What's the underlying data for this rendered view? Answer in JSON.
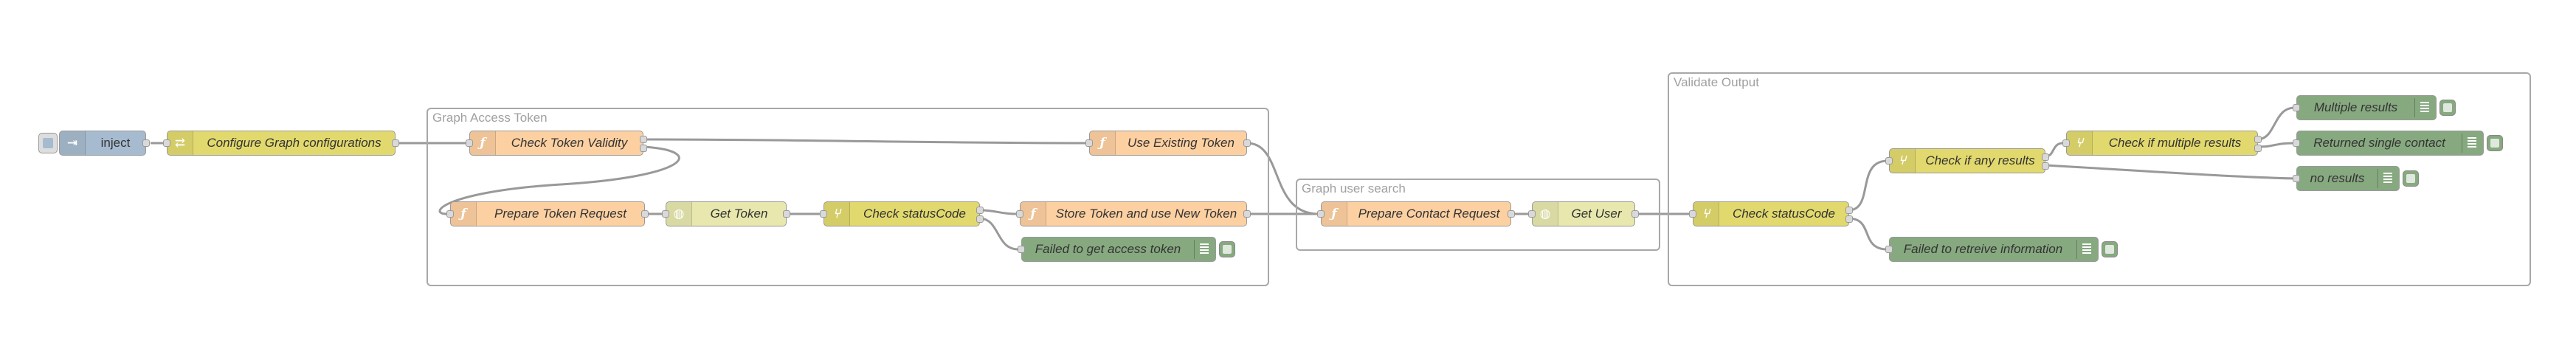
{
  "colors": {
    "inject": "#a6bbcf",
    "change": "#e2d96e",
    "function": "#fdd0a2",
    "http": "#e7e7ae",
    "switch": "#e2d96e",
    "debug": "#87a980",
    "wire": "#999999"
  },
  "groups": {
    "graph_access_token": "Graph Access Token",
    "graph_user_search": "Graph user search",
    "validate_output": "Validate Output"
  },
  "nodes": {
    "inject": {
      "label": "inject",
      "icon": "arrow-in-icon"
    },
    "configure": {
      "label": "Configure Graph configurations",
      "icon": "shuffle-icon"
    },
    "check_validity": {
      "label": "Check Token Validity",
      "icon": "function-icon"
    },
    "use_existing": {
      "label": "Use Existing Token",
      "icon": "function-icon"
    },
    "prepare_token": {
      "label": "Prepare Token Request",
      "icon": "function-icon"
    },
    "get_token": {
      "label": "Get Token",
      "icon": "globe-icon"
    },
    "check_status_1": {
      "label": "Check statusCode",
      "icon": "switch-icon"
    },
    "store_token": {
      "label": "Store Token and use New Token",
      "icon": "function-icon"
    },
    "failed_token": {
      "label": "Failed to get access token",
      "icon": "debug-icon"
    },
    "prepare_contact": {
      "label": "Prepare Contact Request",
      "icon": "function-icon"
    },
    "get_user": {
      "label": "Get User",
      "icon": "globe-icon"
    },
    "check_status_2": {
      "label": "Check statusCode",
      "icon": "switch-icon"
    },
    "check_any": {
      "label": "Check if any results",
      "icon": "switch-icon"
    },
    "check_multiple": {
      "label": "Check if multiple results",
      "icon": "switch-icon"
    },
    "multiple_results": {
      "label": "Multiple results",
      "icon": "debug-icon"
    },
    "returned_single": {
      "label": "Returned single contact",
      "icon": "debug-icon"
    },
    "no_results": {
      "label": "no results",
      "icon": "debug-icon"
    },
    "failed_info": {
      "label": "Failed to retreive information",
      "icon": "debug-icon"
    }
  }
}
